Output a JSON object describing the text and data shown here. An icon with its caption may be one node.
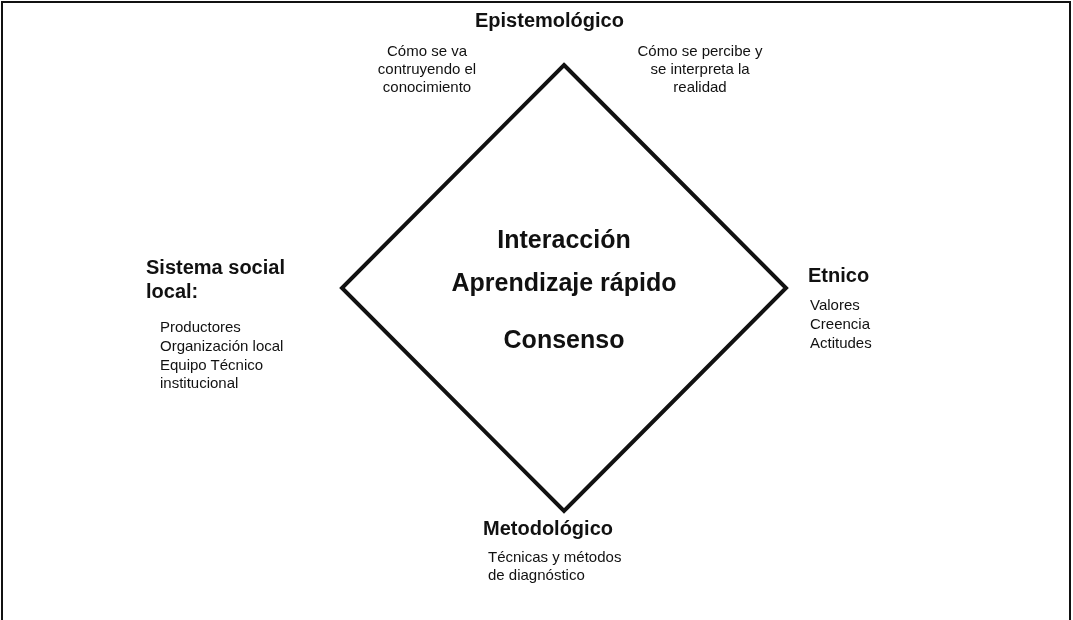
{
  "diagram": {
    "nodes": [
      {
        "text": [
          "Interacción",
          "Aprendizaje rápido",
          "Consenso"
        ]
      }
    ],
    "labels": [
      "Epistemológico",
      "Cómo se va contruyendo el conocimiento",
      "Cómo se percibe y se interpreta la realidad",
      "Sistema social local:",
      "Productores",
      "Organización local",
      "Equipo Técnico institucional",
      "Etnico",
      "Valores",
      "Creencia",
      "Actitudes",
      "Metodológico",
      "Técnicas y métodos de diagnóstico"
    ]
  }
}
